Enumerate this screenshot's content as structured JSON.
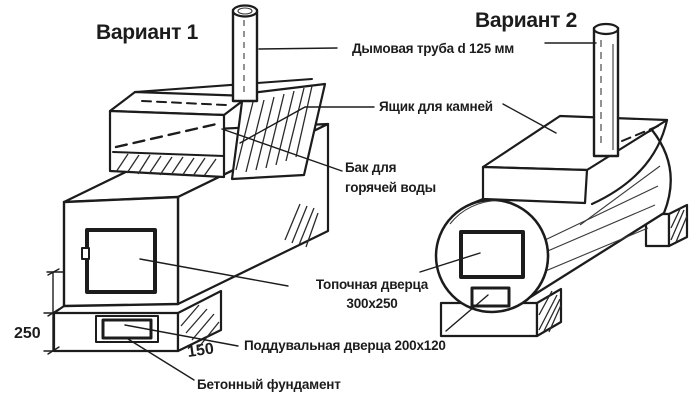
{
  "titles": {
    "variant1": "Вариант 1",
    "variant2": "Вариант 2"
  },
  "labels": {
    "chimney_pipe": "Дымовая труба d 125 мм",
    "stone_box": "Ящик для камней",
    "water_tank_l1": "Бак для",
    "water_tank_l2": "горячей воды",
    "firebox_door_l1": "Топочная дверца",
    "firebox_door_l2": "300х250",
    "ash_door": "Поддувальная дверца 200х120",
    "foundation": "Бетонный фундамент"
  },
  "dimensions": {
    "height_250": "250",
    "offset_150": "150"
  },
  "colors": {
    "ink": "#1c1c1c",
    "paper": "#ffffff"
  }
}
